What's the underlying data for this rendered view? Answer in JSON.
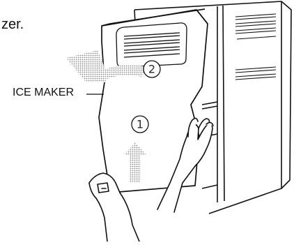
{
  "caption": {
    "fragment": "zer."
  },
  "labels": {
    "ice_maker": "ICE MAKER"
  },
  "steps": [
    {
      "number": "1",
      "description": ""
    },
    {
      "number": "2",
      "description": ""
    }
  ],
  "colors": {
    "ink": "#111111",
    "halftone": "#9a9a9a",
    "paper": "#ffffff"
  }
}
